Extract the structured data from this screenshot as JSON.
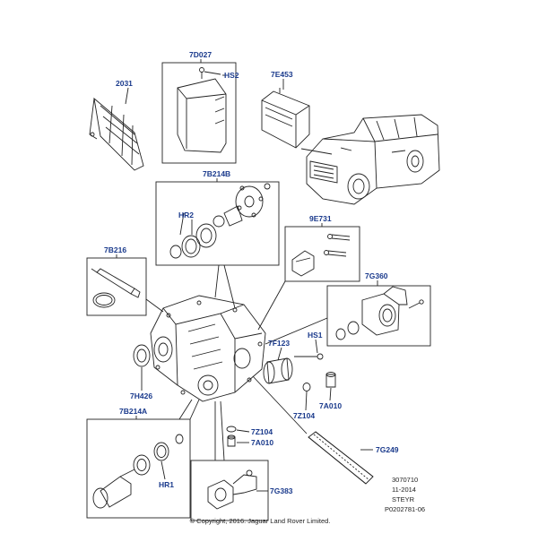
{
  "labels": {
    "p2031": "2031",
    "p7D027": "7D027",
    "pHS2": "HS2",
    "p7E453": "7E453",
    "p7B214B": "7B214B",
    "pHR2": "HR2",
    "p9E731": "9E731",
    "p7B216": "7B216",
    "p7G360": "7G360",
    "p7F123": "7F123",
    "pHS1": "HS1",
    "p7H426": "7H426",
    "p7Z104a": "7Z104",
    "p7A010a": "7A010",
    "p7B214A": "7B214A",
    "p7Z104b": "7Z104",
    "p7A010b": "7A010",
    "p7G249": "7G249",
    "pHR1": "HR1",
    "p7G383": "7G383"
  },
  "info": {
    "code": "3070710",
    "date": "11-2014",
    "make": "STEYR",
    "ref": "P0202781-06"
  },
  "copyright": "© Copyright, 2016. Jaguar Land Rover Limited.",
  "colors": {
    "label": "#1a3a8c",
    "line": "#222222"
  }
}
